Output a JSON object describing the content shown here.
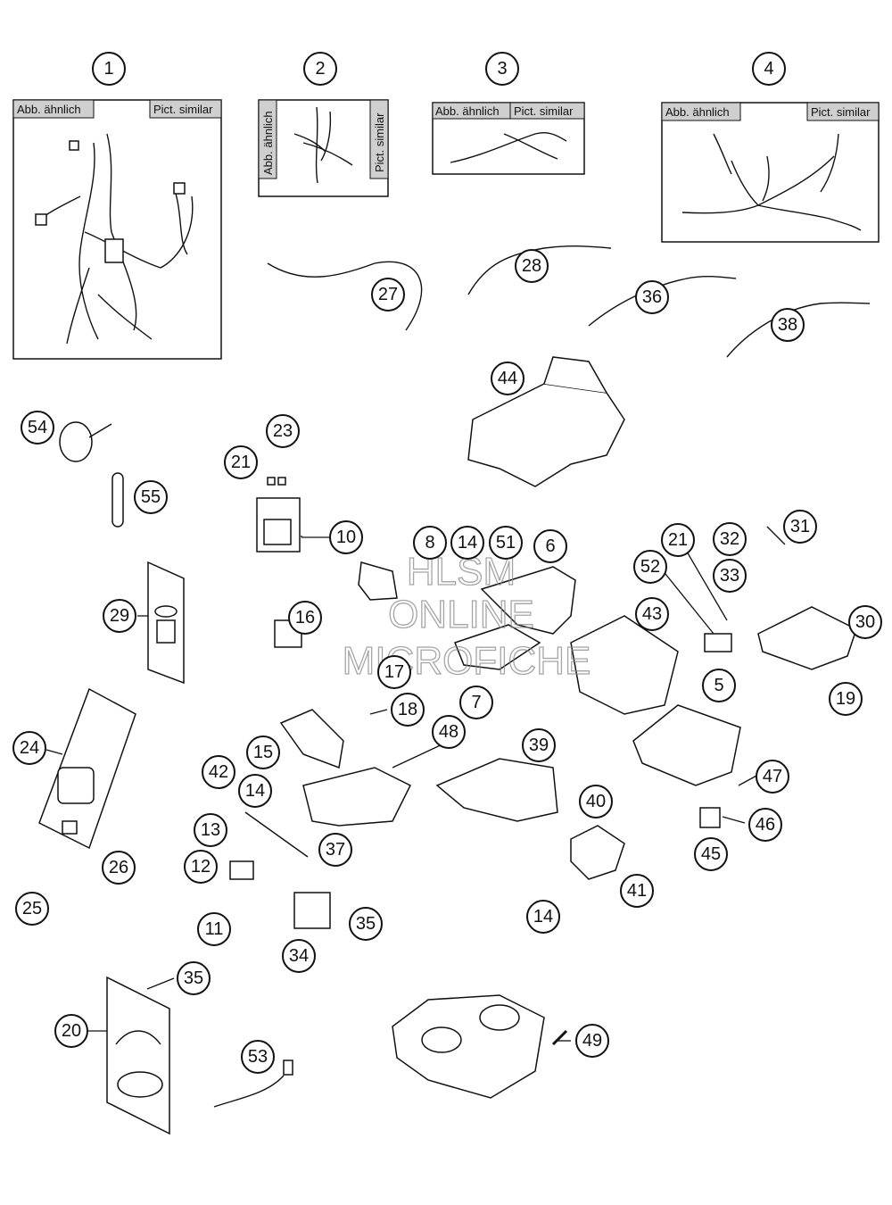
{
  "tags": {
    "de": "Abb. ähnlich",
    "en": "Pict. similar"
  },
  "watermark": {
    "line1": "HLSM",
    "line2": "ONLINE",
    "line3": "MICROFICHE"
  },
  "callouts": {
    "c1": "1",
    "c2": "2",
    "c3": "3",
    "c4": "4",
    "c5": "5",
    "c6": "6",
    "c7": "7",
    "c8": "8",
    "c10": "10",
    "c11": "11",
    "c12": "12",
    "c13": "13",
    "c14a": "14",
    "c14b": "14",
    "c14c": "14",
    "c15": "15",
    "c16": "16",
    "c17": "17",
    "c18": "18",
    "c19": "19",
    "c20": "20",
    "c21a": "21",
    "c21b": "21",
    "c23": "23",
    "c24": "24",
    "c25": "25",
    "c26": "26",
    "c27": "27",
    "c28": "28",
    "c29": "29",
    "c30": "30",
    "c31": "31",
    "c32": "32",
    "c33": "33",
    "c34": "34",
    "c35a": "35",
    "c35b": "35",
    "c36": "36",
    "c37": "37",
    "c38": "38",
    "c39": "39",
    "c40": "40",
    "c41": "41",
    "c42": "42",
    "c43": "43",
    "c44": "44",
    "c45": "45",
    "c46": "46",
    "c47": "47",
    "c48": "48",
    "c49": "49",
    "c51": "51",
    "c52": "52",
    "c53": "53",
    "c54": "54",
    "c55": "55"
  }
}
